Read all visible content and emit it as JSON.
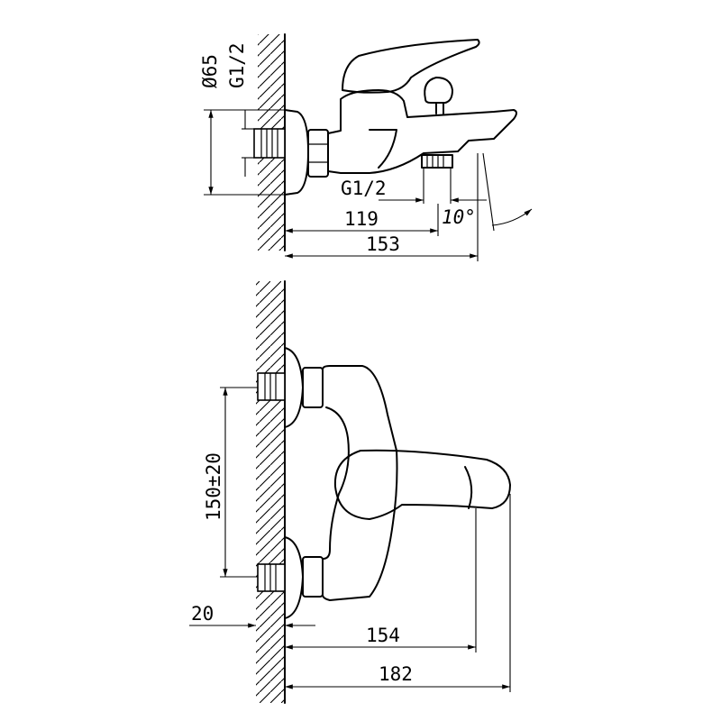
{
  "top_view": {
    "diameter_label": "Ø65",
    "thread_label_wall": "G1/2",
    "thread_label_outlet": "G1/2",
    "angle_label": "10°",
    "dim_119": "119",
    "dim_153": "153"
  },
  "front_view": {
    "center_distance_label": "150±20",
    "wall_offset_label": "20",
    "dim_154": "154",
    "dim_182": "182"
  }
}
